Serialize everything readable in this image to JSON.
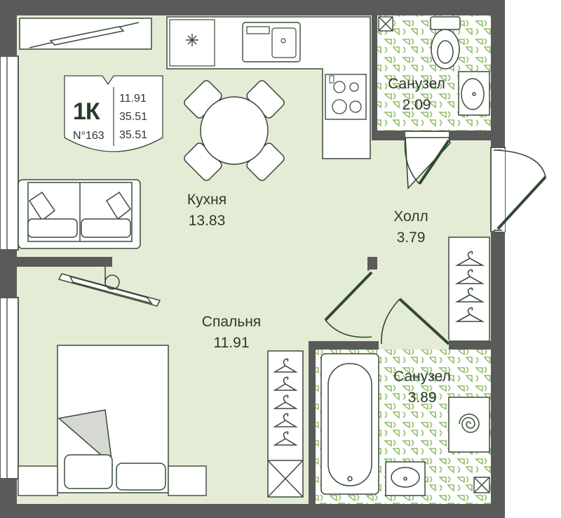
{
  "plan": {
    "unit": {
      "type": "1К",
      "number": "N°163",
      "areas": [
        "11.91",
        "35.51",
        "35.51"
      ]
    },
    "rooms": [
      {
        "id": "kitchen",
        "name": "Кухня",
        "area": "13.83"
      },
      {
        "id": "bathroom-small",
        "name": "Санузел",
        "area": "2.09"
      },
      {
        "id": "hall",
        "name": "Холл",
        "area": "3.79"
      },
      {
        "id": "bedroom",
        "name": "Спальня",
        "area": "11.91"
      },
      {
        "id": "bathroom-large",
        "name": "Санузел",
        "area": "3.89"
      }
    ],
    "colors": {
      "wall": "#5a5a58",
      "floor": "#e4ecd6",
      "furniture_fill": "#ffffff",
      "line": "#3a4a3a",
      "bath_tile": "#8fbf6a",
      "door": "#2f4a34"
    }
  }
}
